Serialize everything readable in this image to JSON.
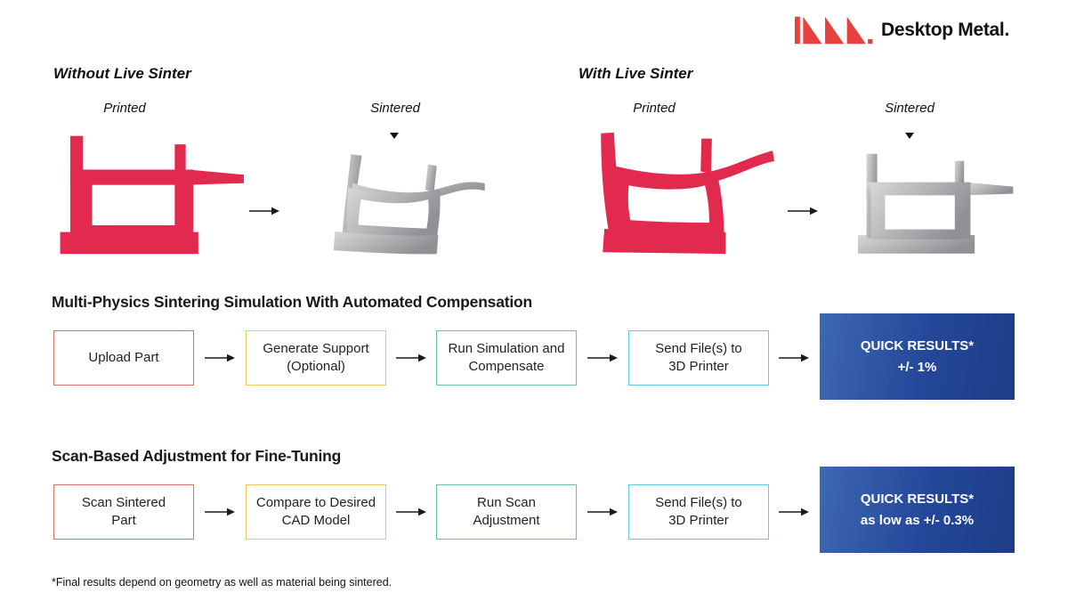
{
  "logo": {
    "brand_text": "Desktop Metal.",
    "mark_color": "#e8403d"
  },
  "comparison": {
    "without": {
      "title": "Without Live Sinter",
      "printed_label": "Printed",
      "sintered_label": "Sintered",
      "printed_shape": "as-designed straight part (red)",
      "sintered_shape": "warped distorted part (gray)"
    },
    "with": {
      "title": "With Live Sinter",
      "printed_label": "Printed",
      "sintered_label": "Sintered",
      "printed_shape": "pre-compensated warped part (red)",
      "sintered_shape": "accurate straight part (gray)"
    }
  },
  "flows": [
    {
      "title": "Multi-Physics Sintering Simulation With Automated Compensation",
      "steps": [
        {
          "label": "Upload Part",
          "border_color": "#dd6e60"
        },
        {
          "label": "Generate Support\n(Optional)",
          "border_color": "#f2c65e"
        },
        {
          "label": "Run Simulation and\nCompensate",
          "border_color": "#6cc595"
        },
        {
          "label": "Send File(s) to\n3D Printer",
          "border_color": "#5ecbe9"
        }
      ],
      "result": {
        "line1": "QUICK RESULTS*",
        "line2": "+/- 1%"
      }
    },
    {
      "title": "Scan-Based Adjustment for Fine-Tuning",
      "steps": [
        {
          "label": "Scan Sintered\nPart",
          "border_color": "#dd6e60"
        },
        {
          "label": "Compare to Desired\nCAD Model",
          "border_color": "#f2c65e"
        },
        {
          "label": "Run Scan\nAdjustment",
          "border_color": "#6cc595"
        },
        {
          "label": "Send File(s) to\n3D Printer",
          "border_color": "#5ecbe9"
        }
      ],
      "result": {
        "line1": "QUICK RESULTS*",
        "line2": "as low as +/- 0.3%"
      }
    }
  ],
  "footnote": "*Final results depend on geometry as well as material being sintered.",
  "colors": {
    "part_red": "#e2294e",
    "part_gray_light": "#d8d8da",
    "part_gray_dark": "#919195",
    "result_blue_left": "#3e68b2",
    "result_blue_right": "#1d3d85"
  },
  "icons": {
    "arrow": "arrow-right-icon",
    "marker": "triangle-down-icon",
    "logo_mark": "desktop-metal-mark-icon"
  }
}
